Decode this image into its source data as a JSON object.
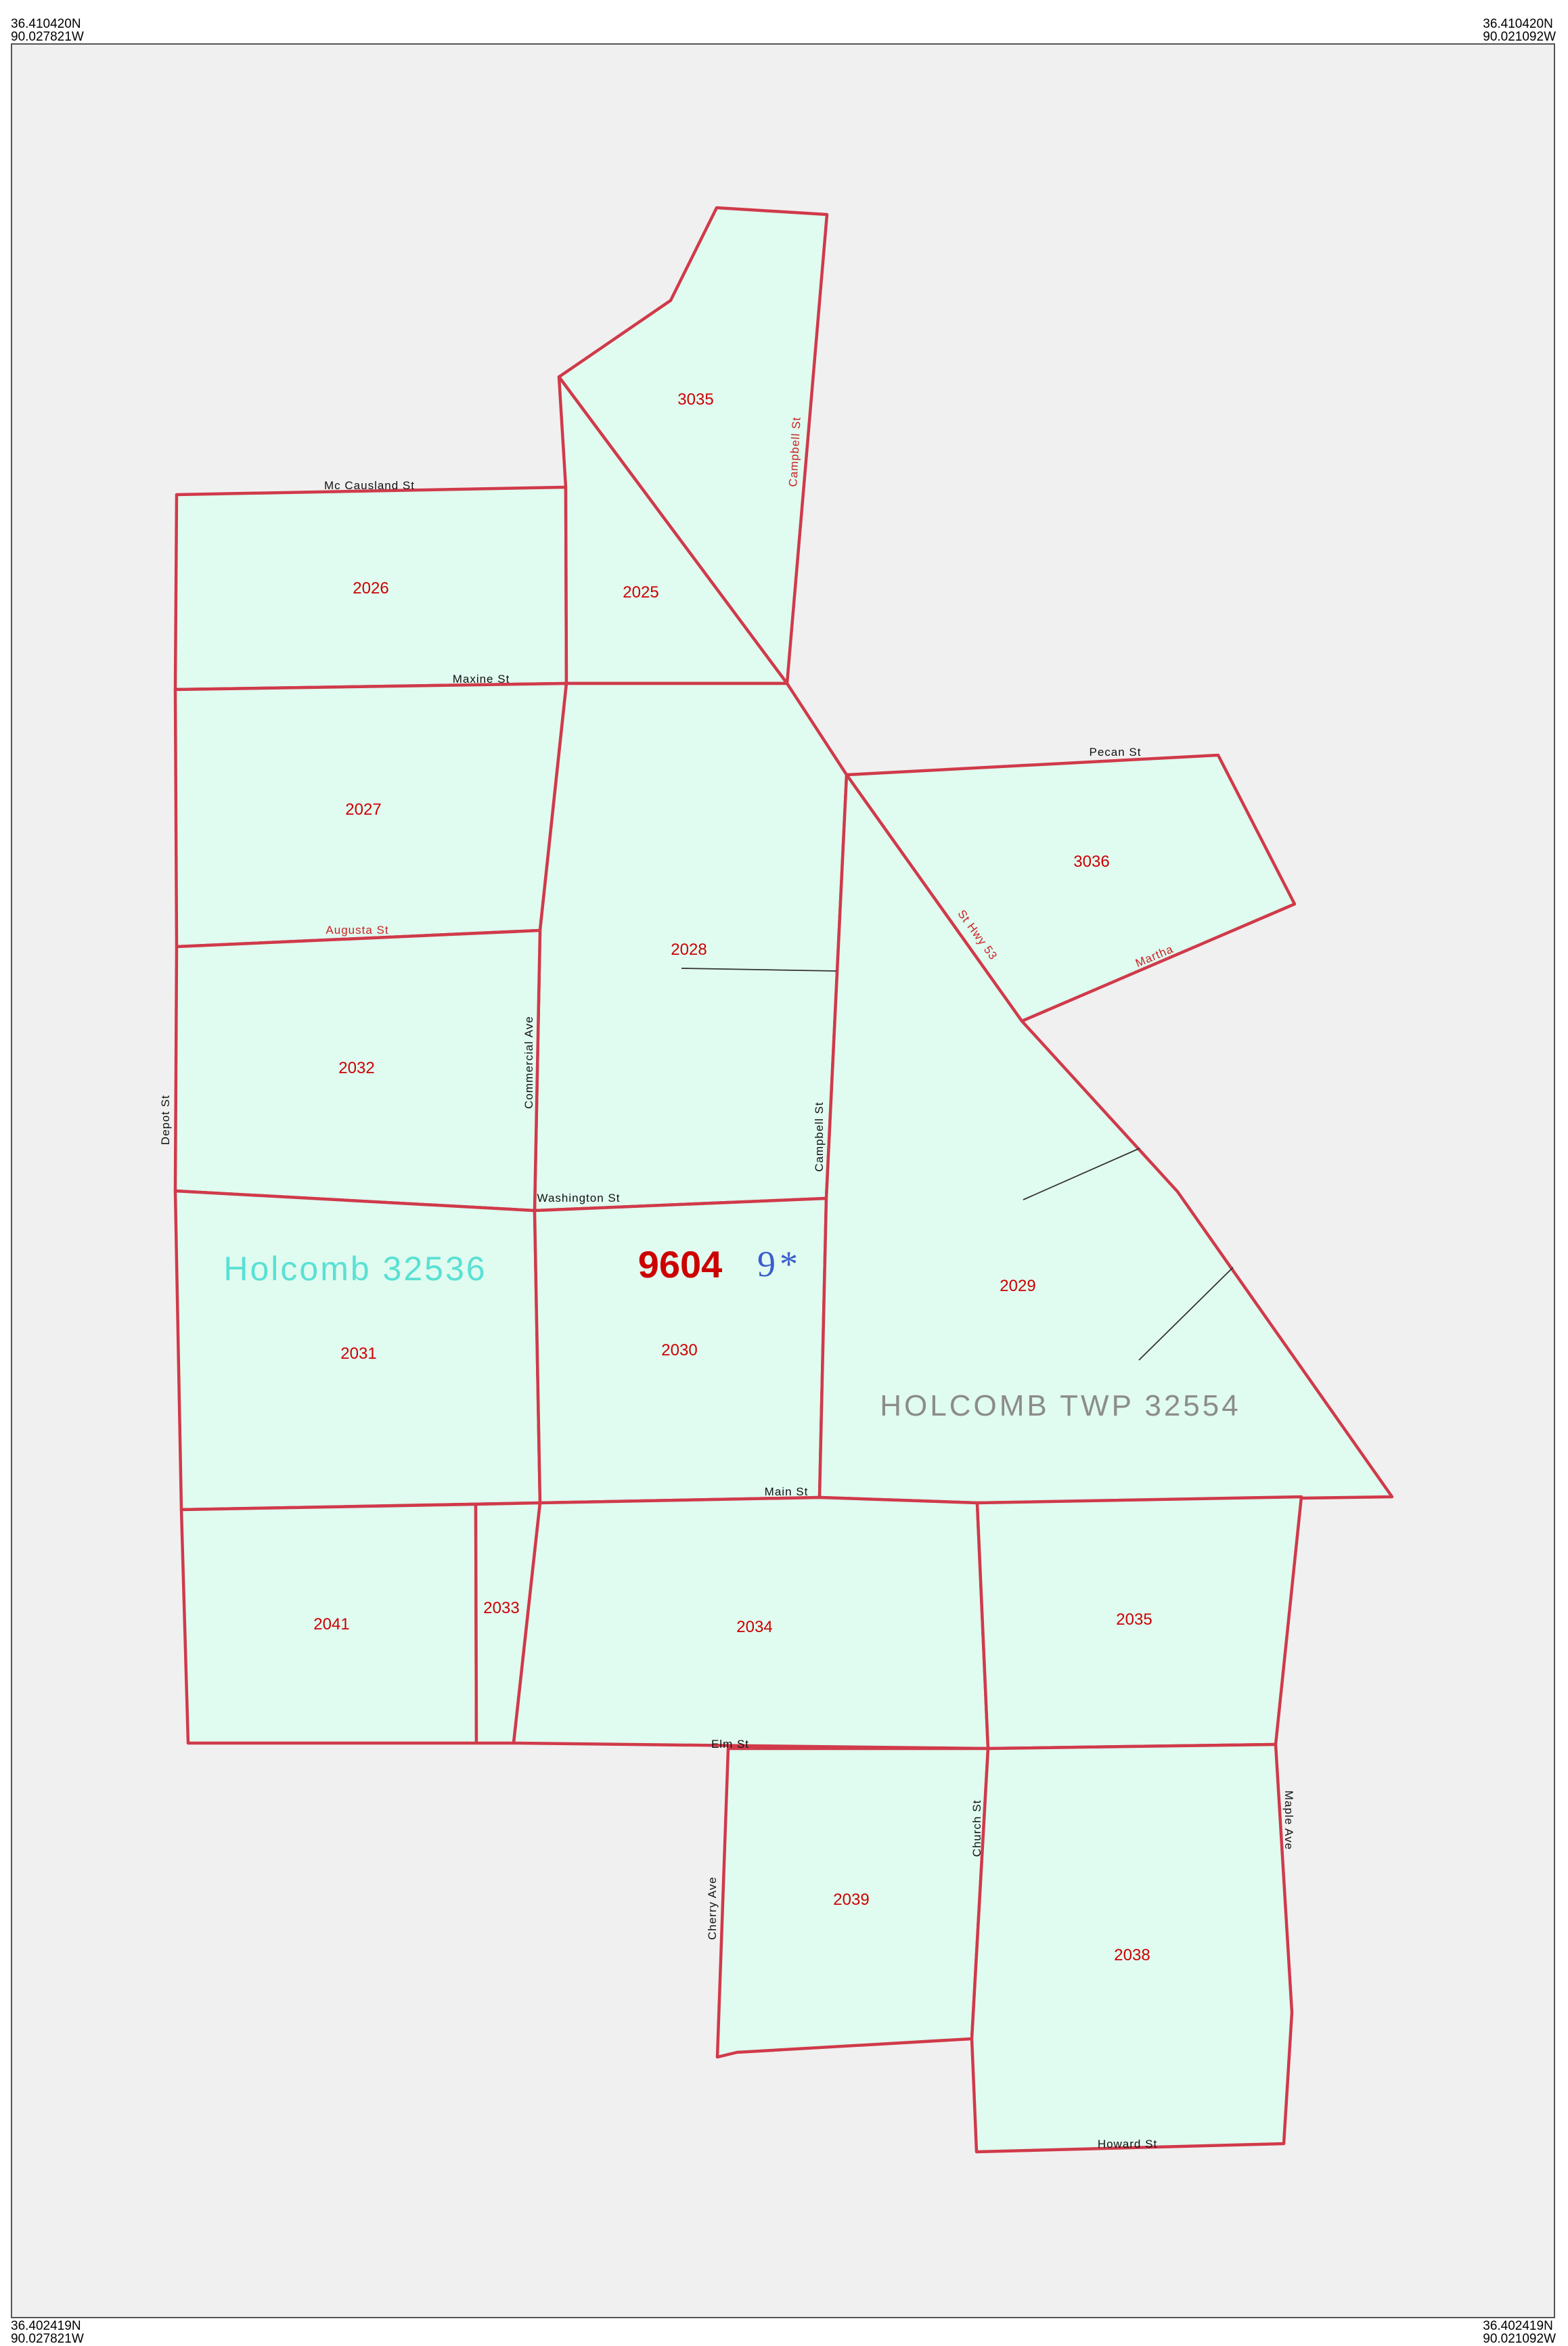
{
  "corners": {
    "top_left": {
      "lat": "36.410420N",
      "lon": "90.027821W"
    },
    "top_right": {
      "lat": "36.410420N",
      "lon": "90.021092W"
    },
    "bottom_left": {
      "lat": "36.402419N",
      "lon": "90.027821W"
    },
    "bottom_right": {
      "lat": "36.402419N",
      "lon": "90.021092W"
    }
  },
  "tract": {
    "number": "9604",
    "suffix": "9*"
  },
  "places": {
    "city": "Holcomb 32536",
    "township": "HOLCOMB TWP 32554"
  },
  "blocks": [
    "3035",
    "2026",
    "2025",
    "2027",
    "3036",
    "2028",
    "2032",
    "2031",
    "2030",
    "2029",
    "2041",
    "2033",
    "2034",
    "2035",
    "2039",
    "2038"
  ],
  "streets": {
    "mc_causland": "Mc Causland St",
    "maxine": "Maxine St",
    "pecan": "Pecan St",
    "augusta": "Augusta St",
    "campbell_north": "Campbell St",
    "stthwy": "St Hwy 53",
    "martha": "Martha",
    "depot": "Depot St",
    "commercial": "Commercial Ave",
    "campbell": "Campbell St",
    "washington": "Washington St",
    "main": "Main St",
    "elm": "Elm St",
    "cherry": "Cherry Ave",
    "church": "Church St",
    "maple": "Maple Ave",
    "howard": "Howard St"
  },
  "colors": {
    "block_fill": "#e0fbf0",
    "block_outline": "#d03a4a",
    "block_label": "#cc0000",
    "background": "#f0f0f0"
  }
}
